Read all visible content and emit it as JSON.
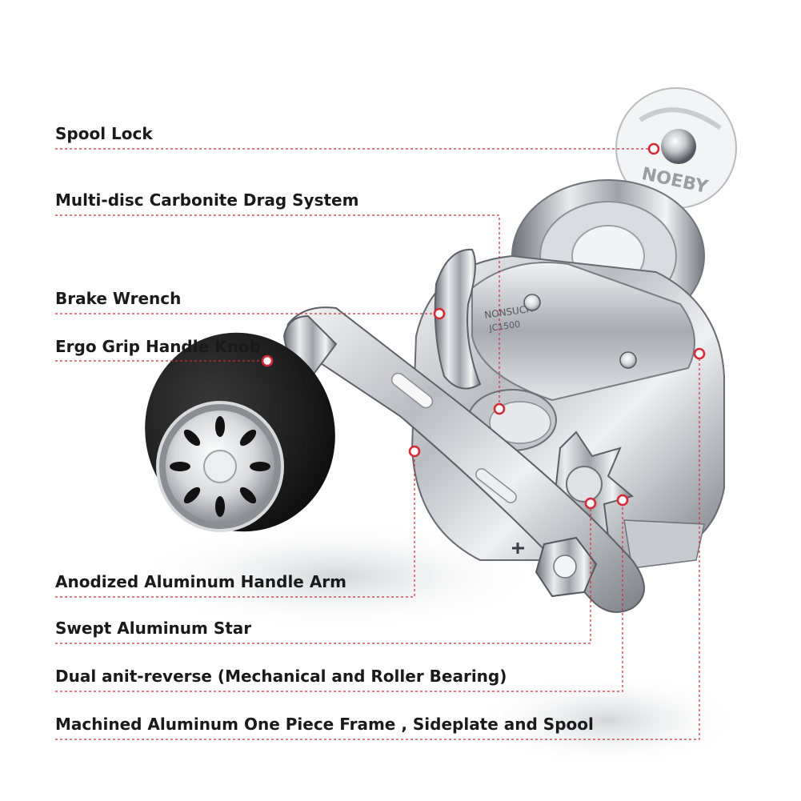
{
  "product": {
    "side_text": "NONSUCH",
    "model_text": "JC1500",
    "inset_text": "NOEBY"
  },
  "callouts": [
    {
      "id": "spool-lock",
      "label": "Spool Lock"
    },
    {
      "id": "drag-system",
      "label": "Multi-disc Carbonite Drag System"
    },
    {
      "id": "brake-wrench",
      "label": "Brake Wrench"
    },
    {
      "id": "handle-knob",
      "label": "Ergo Grip Handle Knob"
    },
    {
      "id": "handle-arm",
      "label": "Anodized Aluminum Handle Arm"
    },
    {
      "id": "star",
      "label": "Swept Aluminum Star"
    },
    {
      "id": "anti-reverse",
      "label": "Dual anit-reverse (Mechanical and Roller Bearing)"
    },
    {
      "id": "frame",
      "label": "Machined Aluminum One Piece Frame , Sideplate and Spool"
    }
  ],
  "colors": {
    "leader": "#d42a36",
    "text": "#1a1a1a",
    "metal_light": "#e8e9eb",
    "metal_dark": "#5d6066",
    "foam": "#1b1b1b"
  }
}
